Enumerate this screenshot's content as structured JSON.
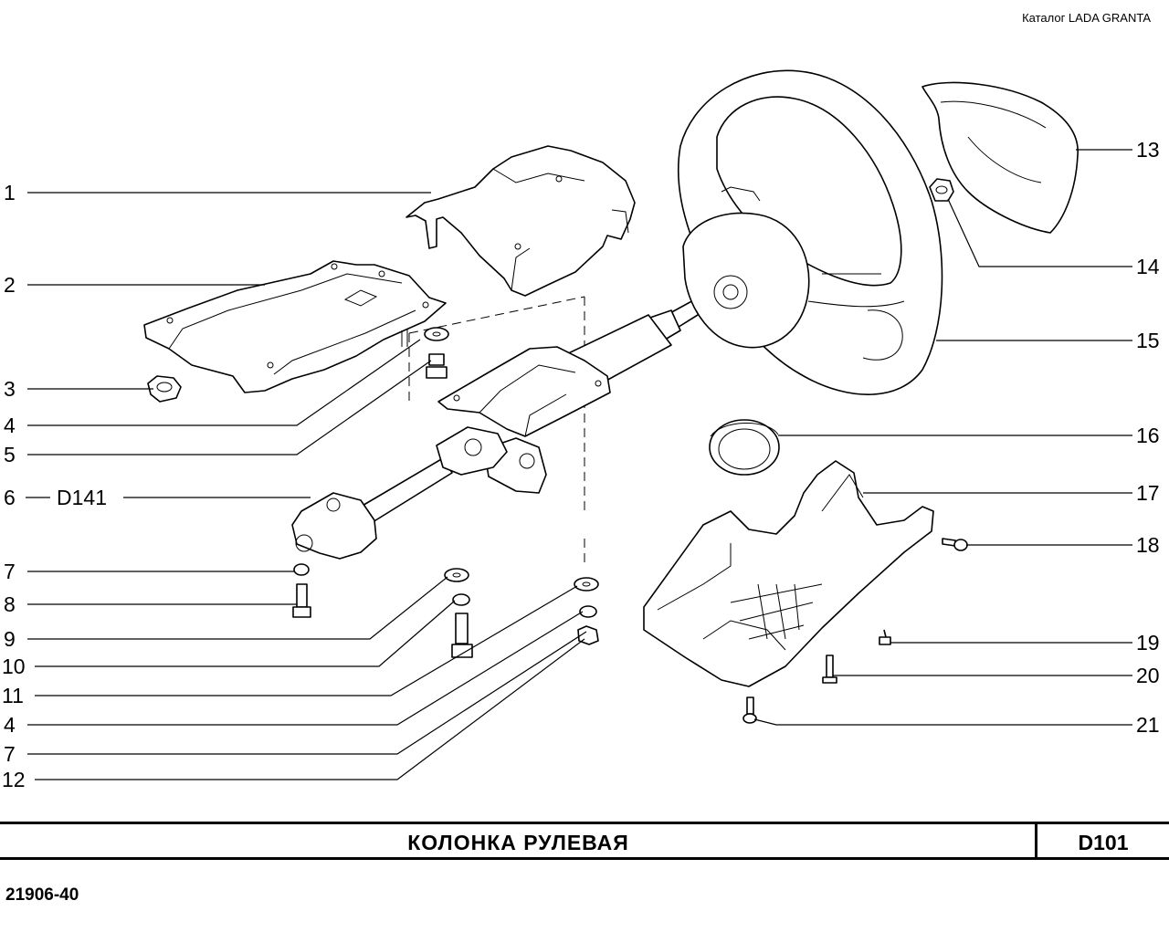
{
  "header": {
    "catalog": "Каталог LADA  GRANTA"
  },
  "footer": {
    "title": "КОЛОНКА   РУЛЕВАЯ",
    "code": "D101",
    "doc_number": "21906-40"
  },
  "callouts": {
    "c1": "1",
    "c2": "2",
    "c3": "3",
    "c4a": "4",
    "c5": "5",
    "c6": "6",
    "c6ref": "D141",
    "c7a": "7",
    "c8": "8",
    "c9": "9",
    "c10": "10",
    "c11": "11",
    "c4b": "4",
    "c7b": "7",
    "c12": "12",
    "c13": "13",
    "c14": "14",
    "c15": "15",
    "c16": "16",
    "c17": "17",
    "c18": "18",
    "c19": "19",
    "c20": "20",
    "c21": "21"
  }
}
